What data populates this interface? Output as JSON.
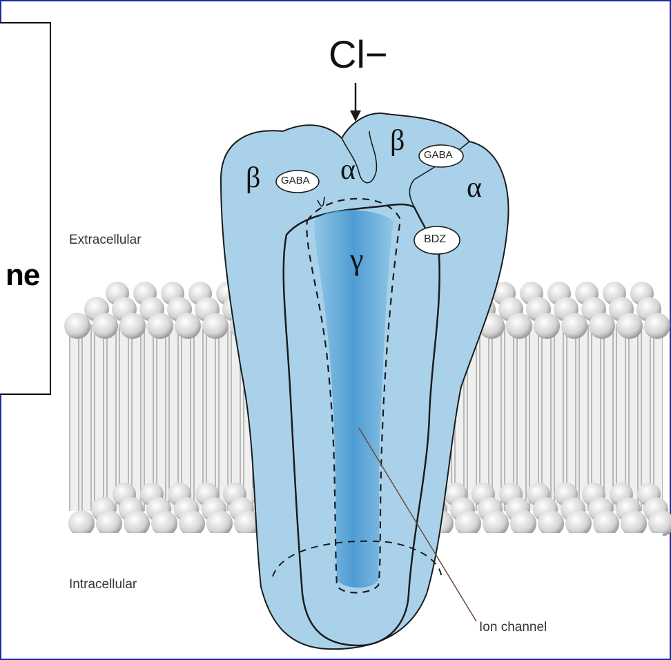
{
  "diagram": {
    "ion": "Cl−",
    "extracellular_label": "Extracellular",
    "intracellular_label": "Intracellular",
    "ion_channel_label": "Ion channel",
    "subunits": {
      "beta_left": "β",
      "alpha_left": "α",
      "beta_right": "β",
      "alpha_right": "α",
      "gamma": "γ"
    },
    "binding_sites": {
      "gaba_left": "GABA",
      "gaba_right": "GABA",
      "bdz": "BDZ"
    }
  },
  "overlay_box": {
    "visible_text": "ne"
  },
  "colors": {
    "frame": "#1a2aa8",
    "protein_fill": "#a9d2ea",
    "channel_fill": "#5fa9d8",
    "membrane": "#d9d9d9"
  }
}
